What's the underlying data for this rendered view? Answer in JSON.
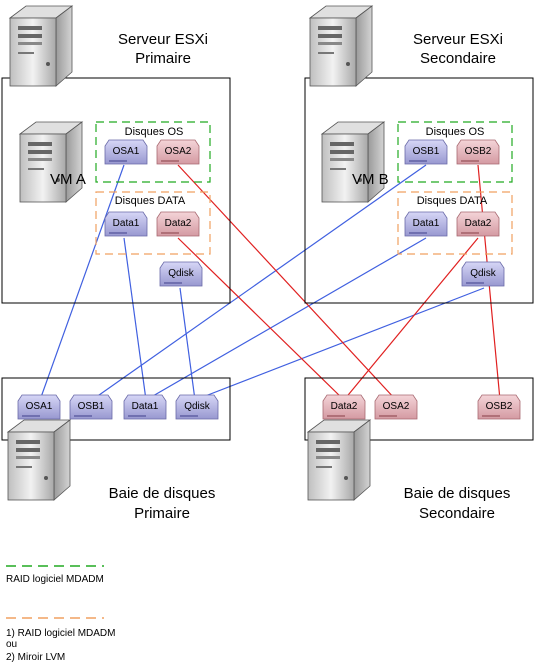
{
  "servers": {
    "primary": {
      "title_line1": "Serveur ESXi",
      "title_line2": "Primaire",
      "vm_label": "VM A"
    },
    "secondary": {
      "title_line1": "Serveur ESXi",
      "title_line2": "Secondaire",
      "vm_label": "VM B"
    }
  },
  "groups": {
    "os": "Disques OS",
    "data": "Disques DATA"
  },
  "disks": {
    "osa1": "OSA1",
    "osa2": "OSA2",
    "osb1": "OSB1",
    "osb2": "OSB2",
    "data1": "Data1",
    "data2": "Data2",
    "qdisk": "Qdisk"
  },
  "bays": {
    "primary": {
      "title_line1": "Baie de disques",
      "title_line2": "Primaire"
    },
    "secondary": {
      "title_line1": "Baie de disques",
      "title_line2": "Secondaire"
    }
  },
  "legend": {
    "green_desc": "RAID logiciel MDADM",
    "orange_line1": "1) RAID logiciel MDADM",
    "orange_line2": "ou",
    "orange_line3": "2) Miroir LVM"
  },
  "colors": {
    "green_dash": "#22aa22",
    "orange_dash": "#f0a060",
    "blue_disk": "#b8b8e8",
    "red_disk": "#e8b8c0",
    "blue_line": "#4060e0",
    "red_line": "#e02020"
  }
}
